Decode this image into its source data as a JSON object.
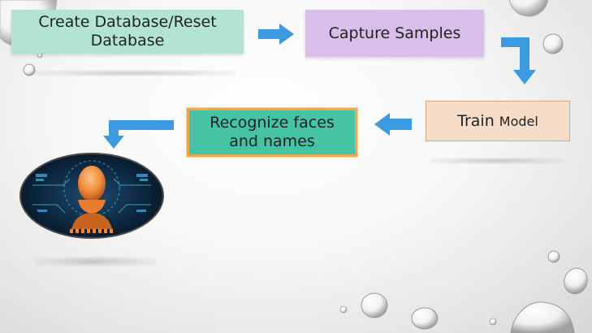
{
  "diagram": {
    "steps": [
      {
        "id": "create",
        "label": "Create Database/Reset Database"
      },
      {
        "id": "capture",
        "label": "Capture Samples"
      },
      {
        "id": "train",
        "label_main": "Train",
        "label_small": "Model"
      },
      {
        "id": "recognize",
        "label": "Recognize faces and names"
      }
    ]
  },
  "colors": {
    "arrow": "#3c9be0",
    "create_fill": "#b3e3d4",
    "capture_fill": "#d7bfe9",
    "train_fill": "#f6ddc9",
    "recognize_fill": "#45c3a4",
    "recognize_border": "#f0a64d"
  },
  "icons": {
    "face_image": "face-recognition-scan-illustration"
  }
}
